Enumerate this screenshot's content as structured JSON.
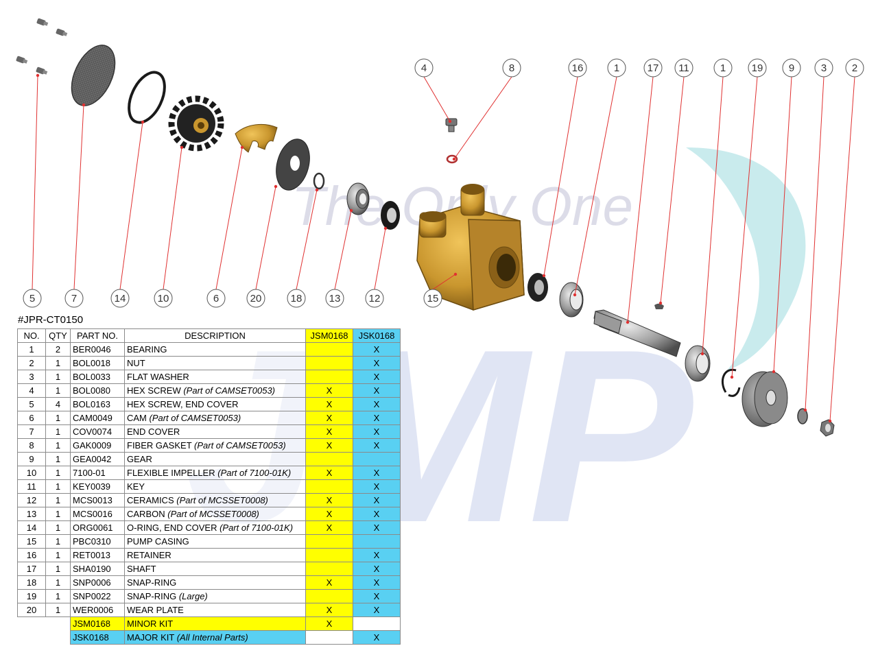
{
  "watermark": {
    "tagline": "The Only One",
    "logo": "JMP"
  },
  "callouts": [
    "5",
    "7",
    "14",
    "10",
    "6",
    "20",
    "18",
    "13",
    "12",
    "15",
    "4",
    "8",
    "16",
    "1",
    "17",
    "11",
    "1",
    "19",
    "9",
    "3",
    "2"
  ],
  "model": "#JPR-CT0150",
  "table": {
    "headers": [
      "NO.",
      "QTY",
      "PART NO.",
      "DESCRIPTION",
      "JSM0168",
      "JSK0168"
    ],
    "rows": [
      {
        "no": "1",
        "qty": "2",
        "part": "BER0046",
        "desc": "BEARING",
        "note": "",
        "jsm": "",
        "jsk": "X"
      },
      {
        "no": "2",
        "qty": "1",
        "part": "BOL0018",
        "desc": "NUT",
        "note": "",
        "jsm": "",
        "jsk": "X"
      },
      {
        "no": "3",
        "qty": "1",
        "part": "BOL0033",
        "desc": "FLAT WASHER",
        "note": "",
        "jsm": "",
        "jsk": "X"
      },
      {
        "no": "4",
        "qty": "1",
        "part": "BOL0080",
        "desc": "HEX SCREW ",
        "note": "(Part of CAMSET0053)",
        "jsm": "X",
        "jsk": "X"
      },
      {
        "no": "5",
        "qty": "4",
        "part": "BOL0163",
        "desc": "HEX SCREW, END COVER",
        "note": "",
        "jsm": "X",
        "jsk": "X"
      },
      {
        "no": "6",
        "qty": "1",
        "part": "CAM0049",
        "desc": "CAM ",
        "note": "(Part of CAMSET0053)",
        "jsm": "X",
        "jsk": "X"
      },
      {
        "no": "7",
        "qty": "1",
        "part": "COV0074",
        "desc": "END COVER",
        "note": "",
        "jsm": "X",
        "jsk": "X"
      },
      {
        "no": "8",
        "qty": "1",
        "part": "GAK0009",
        "desc": "FIBER GASKET ",
        "note": "(Part of CAMSET0053)",
        "jsm": "X",
        "jsk": "X"
      },
      {
        "no": "9",
        "qty": "1",
        "part": "GEA0042",
        "desc": "GEAR",
        "note": "",
        "jsm": "",
        "jsk": ""
      },
      {
        "no": "10",
        "qty": "1",
        "part": "7100-01",
        "desc": "FLEXIBLE IMPELLER ",
        "note": "(Part of 7100-01K)",
        "jsm": "X",
        "jsk": "X"
      },
      {
        "no": "11",
        "qty": "1",
        "part": "KEY0039",
        "desc": "KEY",
        "note": "",
        "jsm": "",
        "jsk": "X"
      },
      {
        "no": "12",
        "qty": "1",
        "part": "MCS0013",
        "desc": "CERAMICS ",
        "note": "(Part of MCSSET0008)",
        "jsm": "X",
        "jsk": "X"
      },
      {
        "no": "13",
        "qty": "1",
        "part": "MCS0016",
        "desc": "CARBON ",
        "note": "(Part of MCSSET0008)",
        "jsm": "X",
        "jsk": "X"
      },
      {
        "no": "14",
        "qty": "1",
        "part": "ORG0061",
        "desc": "O-RING, END COVER ",
        "note": "(Part of 7100-01K)",
        "jsm": "X",
        "jsk": "X"
      },
      {
        "no": "15",
        "qty": "1",
        "part": "PBC0310",
        "desc": "PUMP CASING",
        "note": "",
        "jsm": "",
        "jsk": ""
      },
      {
        "no": "16",
        "qty": "1",
        "part": "RET0013",
        "desc": "RETAINER",
        "note": "",
        "jsm": "",
        "jsk": "X"
      },
      {
        "no": "17",
        "qty": "1",
        "part": "SHA0190",
        "desc": "SHAFT",
        "note": "",
        "jsm": "",
        "jsk": "X"
      },
      {
        "no": "18",
        "qty": "1",
        "part": "SNP0006",
        "desc": "SNAP-RING",
        "note": "",
        "jsm": "X",
        "jsk": "X"
      },
      {
        "no": "19",
        "qty": "1",
        "part": "SNP0022",
        "desc": "SNAP-RING ",
        "note": "(Large)",
        "jsm": "",
        "jsk": "X"
      },
      {
        "no": "20",
        "qty": "1",
        "part": "WER0006",
        "desc": "WEAR PLATE",
        "note": "",
        "jsm": "X",
        "jsk": "X"
      }
    ],
    "kits": [
      {
        "part": "JSM0168",
        "desc": "MINOR KIT",
        "note": "",
        "jsm": "X",
        "jsk": "",
        "kind": "jsm"
      },
      {
        "part": "JSK0168",
        "desc": "MAJOR KIT ",
        "note": "(All Internal Parts)",
        "jsm": "",
        "jsk": "X",
        "kind": "jsk"
      }
    ]
  },
  "colors": {
    "jsm": "#ffff00",
    "jsk": "#59d0f2",
    "leader": "#e03030",
    "brass": "#c9962e",
    "watermark_blue": "#c8d0ec",
    "watermark_teal": "#bfe7ea"
  }
}
